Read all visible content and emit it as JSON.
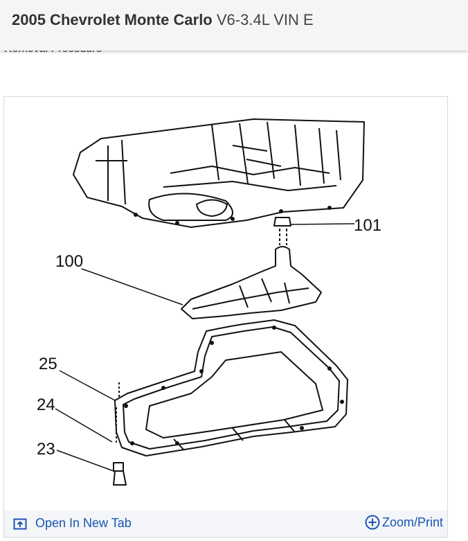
{
  "header": {
    "vehicle": "2005 Chevrolet Monte Carlo",
    "engine": "V6-3.4L VIN E"
  },
  "section_title": "Removal Procedure",
  "diagram": {
    "callouts": [
      "101",
      "100",
      "25",
      "24",
      "23"
    ]
  },
  "footer": {
    "open_tab_label": "Open In New Tab",
    "open_tab_icon": "open-in-new-tab-icon",
    "zoom_label": "Zoom/Print",
    "zoom_icon": "zoom-plus-icon"
  },
  "colors": {
    "link": "#1a55b0",
    "header_bg": "#f5f5f5"
  }
}
